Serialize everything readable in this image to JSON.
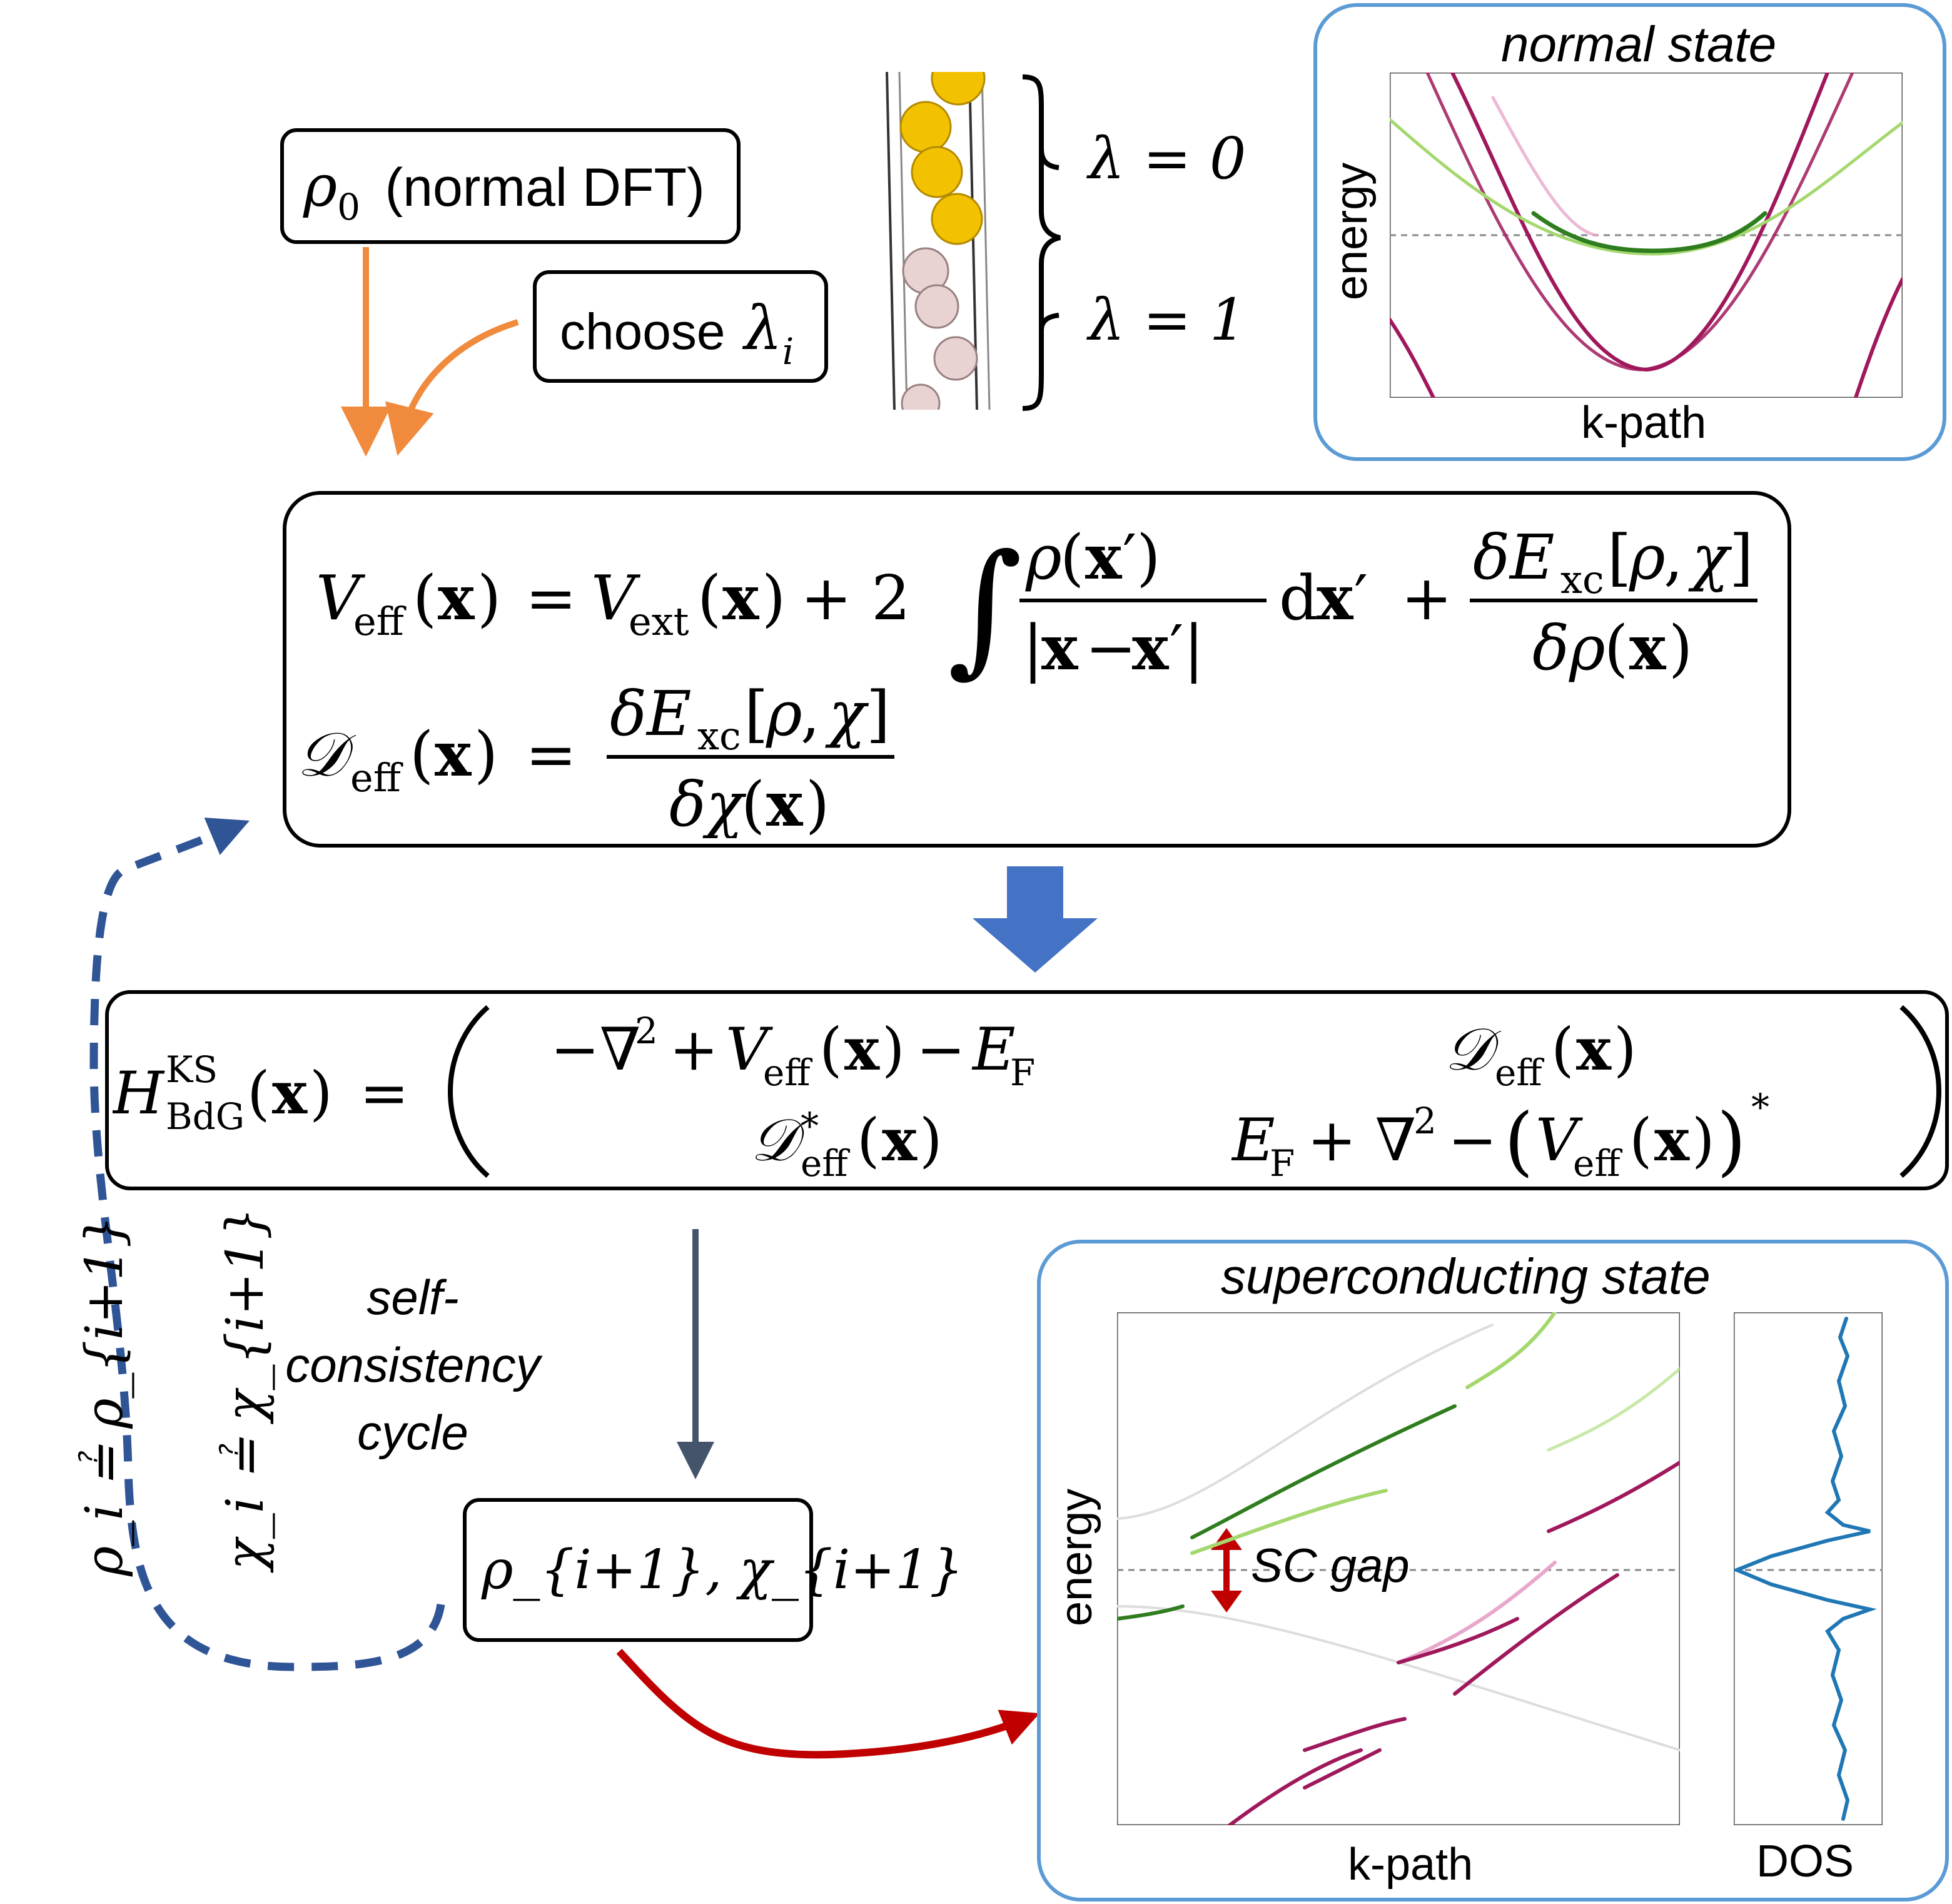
{
  "input_box": {
    "text": "ρ₀ (normal DFT)",
    "rho": "ρ",
    "sub": "0",
    "label": "(normal DFT)"
  },
  "choose_box": {
    "word": "choose",
    "lambda": "λ",
    "sub": "i"
  },
  "structure": {
    "brace_top_label": "λ = 0",
    "brace_bottom_label": "λ = 1",
    "colors": {
      "top_atoms": "#f2c200",
      "bottom_atoms": "#e8d2d2"
    }
  },
  "normal_panel": {
    "title": "normal state",
    "ylabel": "energy",
    "xlabel": "k-path"
  },
  "equations_box": {
    "veff_eq": "V_eff(x) = V_ext(x) + 2 ∫ ρ(x′)/|x − x′| dx′ + δE_xc[ρ, χ]/δρ(x)",
    "deff_eq": "D_eff(x) = δE_xc[ρ, χ]/δχ(x)"
  },
  "hamiltonian_box": {
    "equation": "H_BdG^KS(x) = ( −∇² + V_eff(x) − E_F , D_eff(x) ; D*_eff(x) , E_F + ∇² − (V_eff(x))* )"
  },
  "cycle_label": {
    "line1": "self-",
    "line2": "consistency",
    "line3": "cycle"
  },
  "convergence_check": {
    "rho_check": "ρ_i ≟ ρ_{i+1}",
    "chi_check": "χ_i ≟ χ_{i+1}"
  },
  "output_box": {
    "text": "ρ_{i+1}, χ_{i+1}"
  },
  "sc_panel": {
    "title": "superconducting state",
    "ylabel": "energy",
    "xlabel": "k-path",
    "dos_label": "DOS",
    "gap_label": "SC gap"
  },
  "colors": {
    "orange_arrow": "#f08a3c",
    "blue_arrow": "#4472c4",
    "slate_arrow": "#44546a",
    "dashed_arrow": "#2f5597",
    "red_arrow": "#c00000",
    "panel_border": "#5b9bd5",
    "magenta": "#a0185c",
    "dark_green": "#2e7d1e",
    "light_green": "#a4d86e",
    "pink": "#e8a8cc",
    "dos_line": "#1f77b4"
  }
}
